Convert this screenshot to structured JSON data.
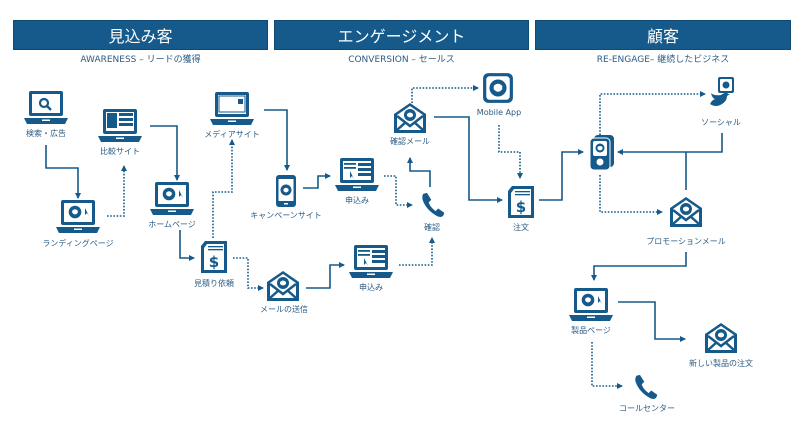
{
  "stages": [
    {
      "title": "見込み客",
      "subtitle": "AWARENESS – リードの獲得"
    },
    {
      "title": "エンゲージメント",
      "subtitle": "CONVERSION – セールス"
    },
    {
      "title": "顧客",
      "subtitle": "RE-ENGAGE– 継続したビジネス"
    }
  ],
  "nodes": {
    "search_ads": {
      "label": "検索・広告",
      "icon": "laptop-search-icon"
    },
    "landing_page": {
      "label": "ランディングページ",
      "icon": "laptop-person-icon"
    },
    "comparison_site": {
      "label": "比較サイト",
      "icon": "laptop-columns-icon"
    },
    "homepage": {
      "label": "ホームページ",
      "icon": "laptop-person-icon"
    },
    "media_site": {
      "label": "メディアサイト",
      "icon": "laptop-media-icon"
    },
    "quote_request": {
      "label": "見積り依頼",
      "icon": "invoice-dollar-icon"
    },
    "campaign_site": {
      "label": "キャンペーンサイト",
      "icon": "mobile-person-icon"
    },
    "send_email": {
      "label": "メールの送信",
      "icon": "email-person-icon"
    },
    "apply_1": {
      "label": "申込み",
      "icon": "laptop-form-icon"
    },
    "apply_2": {
      "label": "申込み",
      "icon": "laptop-form-icon"
    },
    "confirm_email": {
      "label": "確認メール",
      "icon": "email-person-icon"
    },
    "confirm_call": {
      "label": "確認",
      "icon": "phone-icon"
    },
    "mobile_app": {
      "label": "Mobile App",
      "icon": "app-person-icon"
    },
    "order": {
      "label": "注文",
      "icon": "invoice-dollar-icon"
    },
    "customer_device": {
      "label": "",
      "icon": "customer-profile-icon"
    },
    "social": {
      "label": "ソーシャル",
      "icon": "twitter-bird-icon"
    },
    "promo_email": {
      "label": "プロモーションメール",
      "icon": "email-person-icon"
    },
    "product_page": {
      "label": "製品ページ",
      "icon": "laptop-person-icon"
    },
    "new_product_order": {
      "label": "新しい製品の注文",
      "icon": "email-person-icon"
    },
    "call_center": {
      "label": "コールセンター",
      "icon": "phone-icon"
    }
  },
  "colors": {
    "primary": "#155a8a",
    "text": "#2b5b83"
  }
}
